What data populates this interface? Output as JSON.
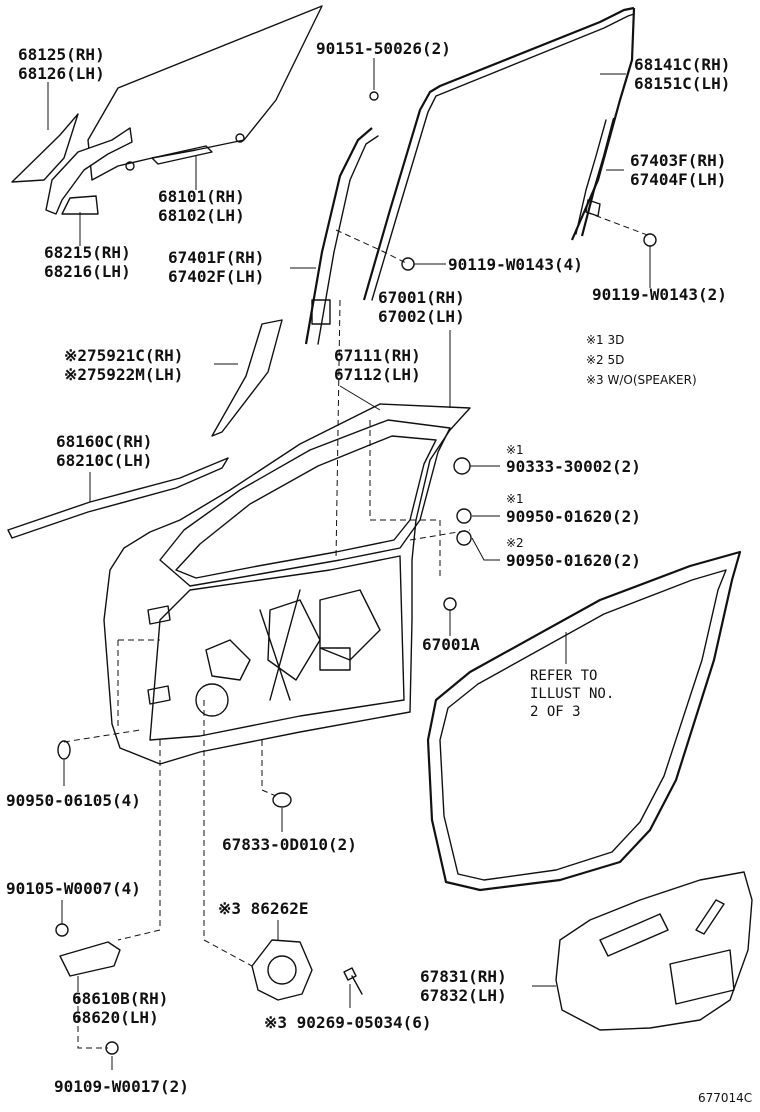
{
  "labels": {
    "l68125": "68125(RH)",
    "l68126": "68126(LH)",
    "l90151": "90151-50026(2)",
    "l68141c": "68141C(RH)",
    "l68151c": "68151C(LH)",
    "l68101": "68101(RH)",
    "l68102": "68102(LH)",
    "l67403f": "67403F(RH)",
    "l67404f": "67404F(LH)",
    "l68215": "68215(RH)",
    "l68216": "68216(LH)",
    "l67401f": "67401F(RH)",
    "l67402f": "67402F(LH)",
    "l90119a": "90119-W0143(4)",
    "l90119b": "90119-W0143(2)",
    "l67001": "67001(RH)",
    "l67002": "67002(LH)",
    "l75921c": "※275921C(RH)",
    "l75922m": "※275922M(LH)",
    "l67111": "67111(RH)",
    "l67112": "67112(LH)",
    "note1": "※1 3D",
    "note2": "※2 5D",
    "note3": "※3 W/O(SPEAKER)",
    "l68160c": "68160C(RH)",
    "l68210c": "68210C(LH)",
    "m90333": "※1",
    "l90333": "90333-30002(2)",
    "m90950a": "※1",
    "l90950a": "90950-01620(2)",
    "m90950b": "※2",
    "l90950b": "90950-01620(2)",
    "l67001a": "67001A",
    "refer1": "REFER TO",
    "refer2": "ILLUST NO.",
    "refer3": "2 OF 3",
    "l90950c": "90950-06105(4)",
    "l67833": "67833-0D010(2)",
    "l90105": "90105-W0007(4)",
    "l86262e": "※3 86262E",
    "l68610b": "68610B(RH)",
    "l68620": "68620(LH)",
    "l90269": "※3 90269-05034(6)",
    "l67831": "67831(RH)",
    "l67832": "67832(LH)",
    "l90109": "90109-W0017(2)",
    "code": "677014C"
  }
}
